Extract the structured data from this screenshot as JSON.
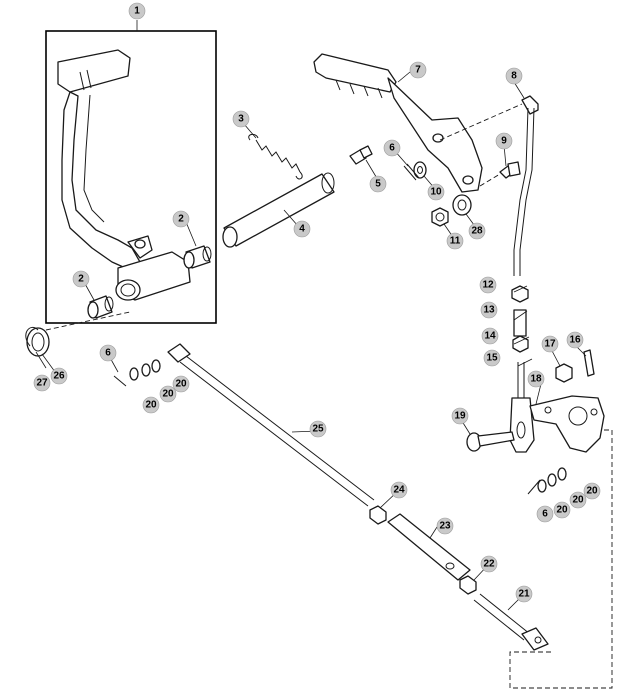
{
  "diagram": {
    "kind": "exploded parts diagram",
    "callouts": [
      {
        "id": "c1",
        "label": "1"
      },
      {
        "id": "c2a",
        "label": "2"
      },
      {
        "id": "c2b",
        "label": "2"
      },
      {
        "id": "c3",
        "label": "3"
      },
      {
        "id": "c4",
        "label": "4"
      },
      {
        "id": "c5",
        "label": "5"
      },
      {
        "id": "c6a",
        "label": "6"
      },
      {
        "id": "c6b",
        "label": "6"
      },
      {
        "id": "c6c",
        "label": "6"
      },
      {
        "id": "c7",
        "label": "7"
      },
      {
        "id": "c8",
        "label": "8"
      },
      {
        "id": "c9",
        "label": "9"
      },
      {
        "id": "c10",
        "label": "10"
      },
      {
        "id": "c11",
        "label": "11"
      },
      {
        "id": "c12",
        "label": "12"
      },
      {
        "id": "c13",
        "label": "13"
      },
      {
        "id": "c14",
        "label": "14"
      },
      {
        "id": "c15",
        "label": "15"
      },
      {
        "id": "c16",
        "label": "16"
      },
      {
        "id": "c17",
        "label": "17"
      },
      {
        "id": "c18",
        "label": "18"
      },
      {
        "id": "c19",
        "label": "19"
      },
      {
        "id": "c20a",
        "label": "20"
      },
      {
        "id": "c20b",
        "label": "20"
      },
      {
        "id": "c20c",
        "label": "20"
      },
      {
        "id": "c20d",
        "label": "20"
      },
      {
        "id": "c20e",
        "label": "20"
      },
      {
        "id": "c20f",
        "label": "20"
      },
      {
        "id": "c21",
        "label": "21"
      },
      {
        "id": "c22",
        "label": "22"
      },
      {
        "id": "c23",
        "label": "23"
      },
      {
        "id": "c24",
        "label": "24"
      },
      {
        "id": "c25",
        "label": "25"
      },
      {
        "id": "c26",
        "label": "26"
      },
      {
        "id": "c27",
        "label": "27"
      },
      {
        "id": "c28",
        "label": "28"
      }
    ],
    "colors": {
      "line": "#1a1a1a",
      "bubble": "#c9c9c9",
      "background": "#ffffff"
    }
  }
}
